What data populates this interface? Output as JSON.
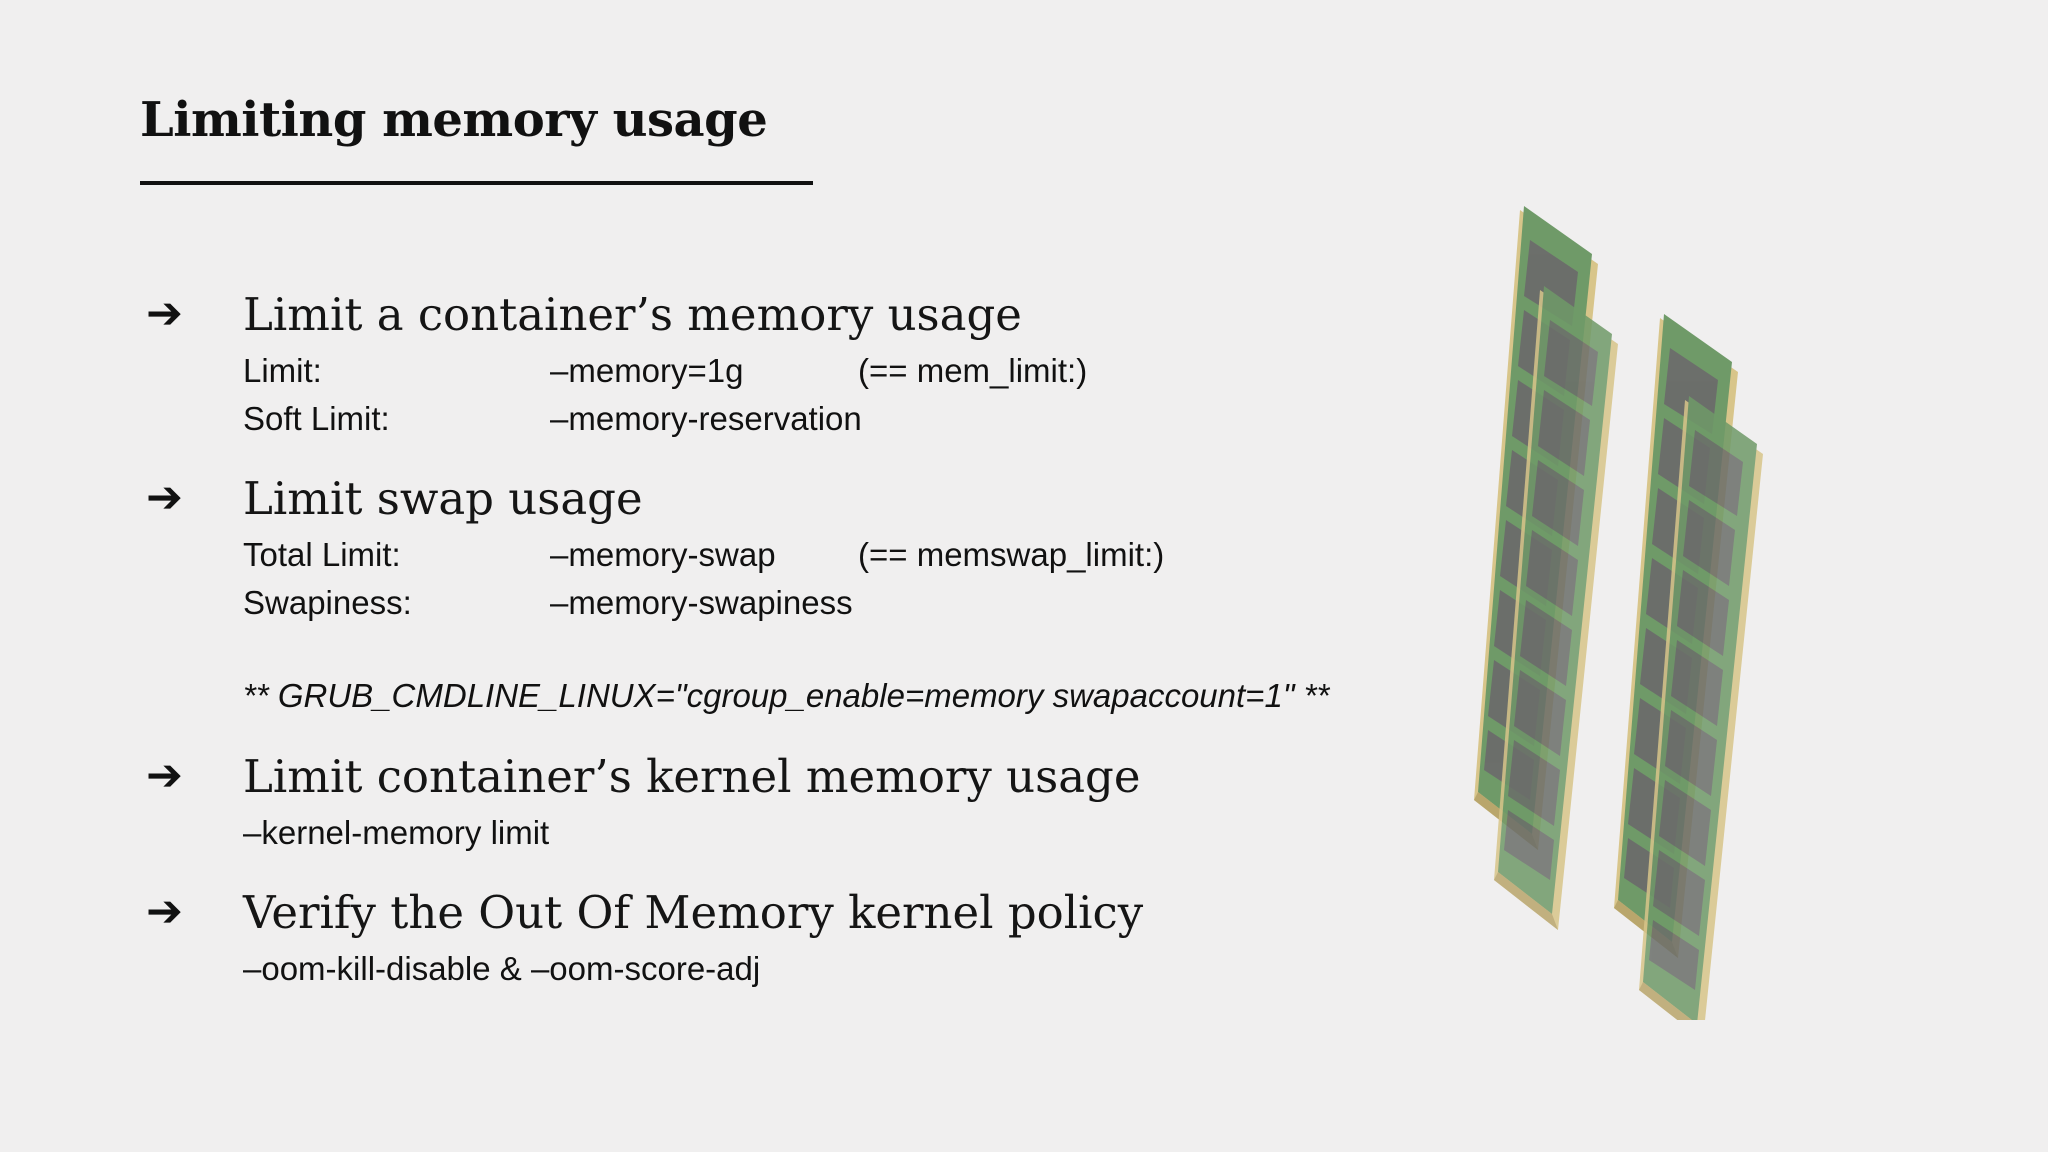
{
  "slide": {
    "title": "Limiting memory usage",
    "arrow_glyph": "➔",
    "sections": [
      {
        "heading": "Limit a container’s memory usage",
        "rows": [
          {
            "label": "Limit:",
            "flag": "–memory=1g",
            "alias": "(== mem_limit:)"
          },
          {
            "label": "Soft Limit:",
            "flag": "–memory-reservation"
          }
        ]
      },
      {
        "heading": "Limit swap usage",
        "rows": [
          {
            "label": "Total Limit:",
            "flag": "–memory-swap",
            "alias": "(== memswap_limit:)"
          },
          {
            "label": "Swapiness:",
            "flag": "–memory-swapiness"
          }
        ],
        "note": "** GRUB_CMDLINE_LINUX=\"cgroup_enable=memory swapaccount=1\" **"
      },
      {
        "heading": "Limit container’s kernel memory usage",
        "detail": "–kernel-memory limit"
      },
      {
        "heading": "Verify the Out Of Memory kernel policy",
        "detail": "–oom-kill-disable & –oom-score-adj"
      }
    ]
  },
  "image": {
    "icon": "ram-modules-image",
    "colors": {
      "pcb": "#6f9a68",
      "chip": "#6b6b6b",
      "gold": "#d8c58a"
    }
  }
}
